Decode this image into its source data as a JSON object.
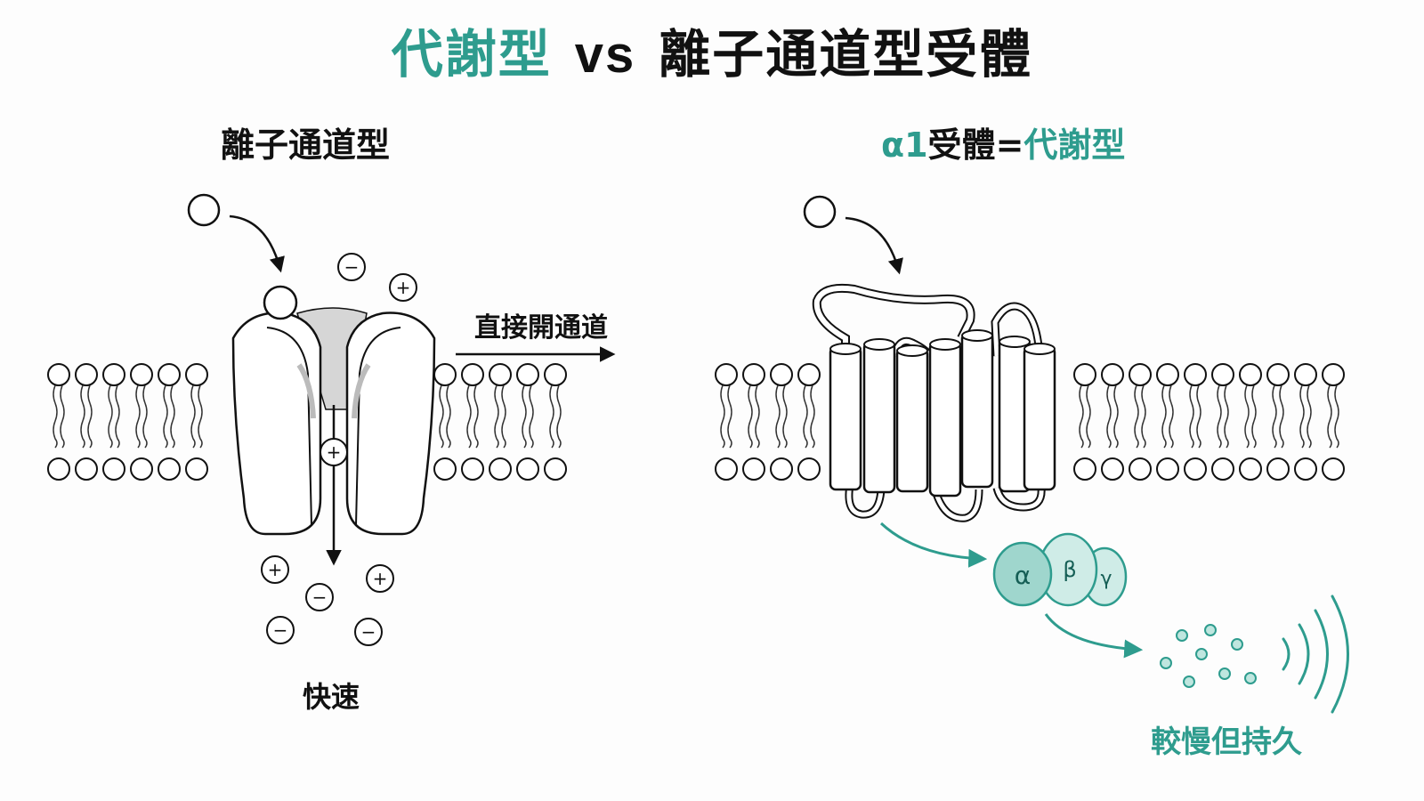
{
  "title": {
    "part1": "代謝型",
    "vs": "vs",
    "part2": "離子通道型受體"
  },
  "left": {
    "heading": "離子通道型",
    "arrow_label": "直接開通道",
    "speed_label": "快速"
  },
  "right": {
    "heading_prefix": "α1",
    "heading_mid": "受體",
    "heading_eq": "=",
    "heading_suffix": "代謝型",
    "gprotein": {
      "alpha": "α",
      "beta": "β",
      "gamma": "γ"
    },
    "speed_label": "較慢但持久"
  },
  "symbols": {
    "plus": "+",
    "minus": "−"
  },
  "colors": {
    "teal": "#2e9c8e",
    "teal_light": "#cfece7",
    "teal_mid": "#9fd6cd",
    "ink": "#111111",
    "channel_gray": "#d6d6d6"
  }
}
